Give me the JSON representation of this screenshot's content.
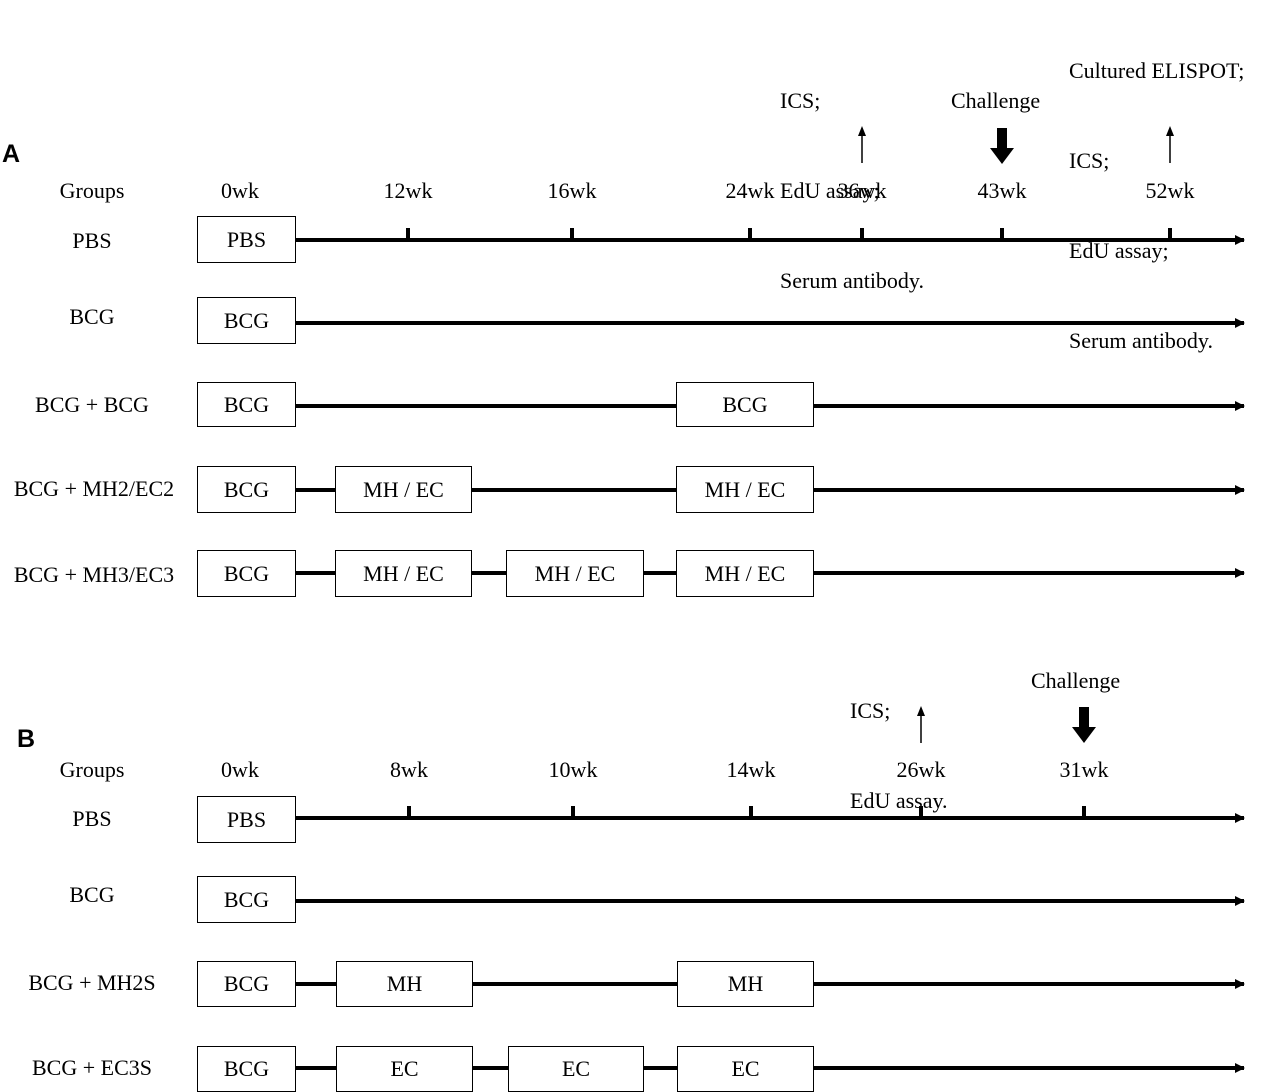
{
  "panel_a": {
    "label": "A",
    "groups_header": "Groups",
    "ticks": [
      "0wk",
      "12wk",
      "16wk",
      "24wk",
      "36wk",
      "43wk",
      "52wk"
    ],
    "rows": [
      {
        "group": "PBS",
        "boxes": [
          "PBS"
        ]
      },
      {
        "group": "BCG",
        "boxes": [
          "BCG"
        ]
      },
      {
        "group": "BCG + BCG",
        "boxes": [
          "BCG",
          "BCG"
        ]
      },
      {
        "group": "BCG + MH2/EC2",
        "boxes": [
          "BCG",
          "MH / EC",
          "MH / EC"
        ]
      },
      {
        "group": "BCG + MH3/EC3",
        "boxes": [
          "BCG",
          "MH / EC",
          "MH / EC",
          "MH / EC"
        ]
      }
    ],
    "annotations": {
      "wk36": [
        "ICS;",
        "EdU assay;",
        "Serum antibody."
      ],
      "wk43": [
        "Challenge"
      ],
      "wk52": [
        "Cultured ELISPOT;",
        "ICS;",
        "EdU assay;",
        "Serum antibody."
      ]
    }
  },
  "panel_b": {
    "label": "B",
    "groups_header": "Groups",
    "ticks": [
      "0wk",
      "8wk",
      "10wk",
      "14wk",
      "26wk",
      "31wk"
    ],
    "rows": [
      {
        "group": "PBS",
        "boxes": [
          "PBS"
        ]
      },
      {
        "group": "BCG",
        "boxes": [
          "BCG"
        ]
      },
      {
        "group": "BCG + MH2S",
        "boxes": [
          "BCG",
          "MH",
          "MH"
        ]
      },
      {
        "group": "BCG + EC3S",
        "boxes": [
          "BCG",
          "EC",
          "EC",
          "EC"
        ]
      }
    ],
    "annotations": {
      "wk26": [
        "ICS;",
        "EdU assay."
      ],
      "wk31": [
        "Challenge"
      ]
    }
  }
}
